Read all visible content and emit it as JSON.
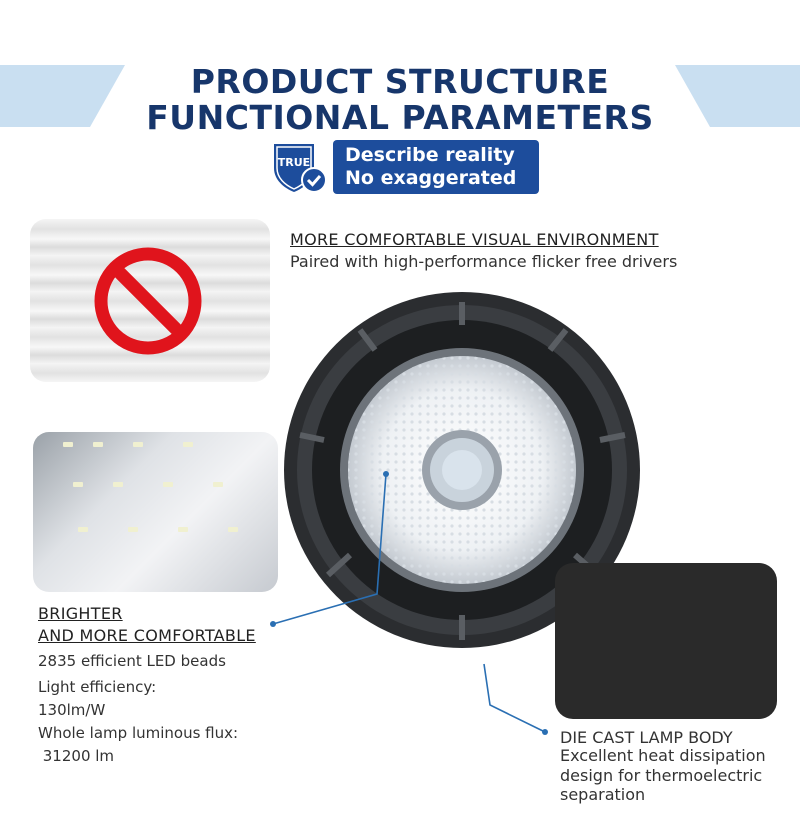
{
  "header": {
    "title_line1": "PRODUCT STRUCTURE",
    "title_line2": "FUNCTIONAL PARAMETERS",
    "badge_shield_text": "TRUE",
    "badge_line1": "Describe reality",
    "badge_line2": "No exaggerated"
  },
  "visual": {
    "heading": "MORE COMFORTABLE VISUAL ENVIRONMENT",
    "description": "Paired with high-performance flicker free drivers"
  },
  "brighter": {
    "heading_line1": "BRIGHTER",
    "heading_line2": "AND MORE COMFORTABLE",
    "beads": "2835 efficient LED beads",
    "efficiency_label": "Light efficiency:",
    "efficiency_value": "130lm/W",
    "flux_label": "Whole lamp luminous flux:",
    "flux_value": " 31200 lm"
  },
  "body": {
    "heading": "DIE CAST LAMP BODY",
    "line1": "Excellent heat dissipation",
    "line2": "design for thermoelectric",
    "line3": "separation"
  },
  "colors": {
    "title": "#17366b",
    "badge": "#1d4d9c",
    "banner": "#c9dff1",
    "prohibit": "#e0141c",
    "connector": "#2a6fb3"
  },
  "icons": [
    "shield-check-icon",
    "prohibited-icon"
  ]
}
